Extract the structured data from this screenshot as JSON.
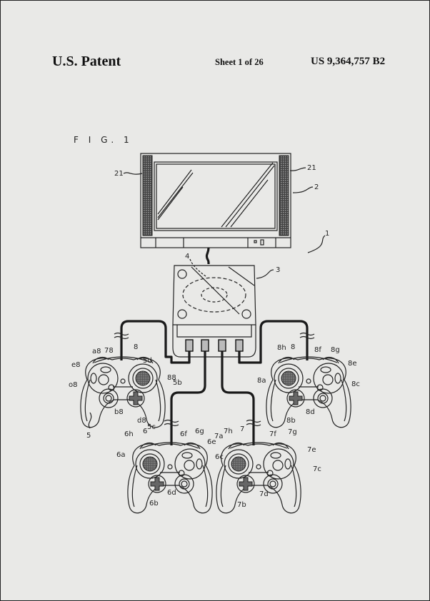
{
  "header": {
    "left": "U.S. Patent",
    "sheet": "Sheet 1 of 26",
    "patent_number": "US 9,364,757 B2"
  },
  "figure": {
    "title": "F I G. 1",
    "labels": [
      "21",
      "21",
      "2",
      "1",
      "4",
      "3",
      "a8",
      "78",
      "8",
      "e8",
      "o8",
      "5d",
      "88",
      "5b",
      "b8",
      "d8",
      "5c",
      "5",
      "8h",
      "8",
      "8f",
      "8g",
      "8e",
      "8a",
      "8c",
      "8d",
      "8b",
      "6h",
      "6",
      "6f",
      "6g",
      "6e",
      "6a",
      "6c",
      "6d",
      "6b",
      "7h",
      "7",
      "7a",
      "7f",
      "7g",
      "7e",
      "7c",
      "7d",
      "7b"
    ]
  },
  "colors": {
    "paper": "#e9e9e7",
    "ink": "#1a1a1a"
  }
}
